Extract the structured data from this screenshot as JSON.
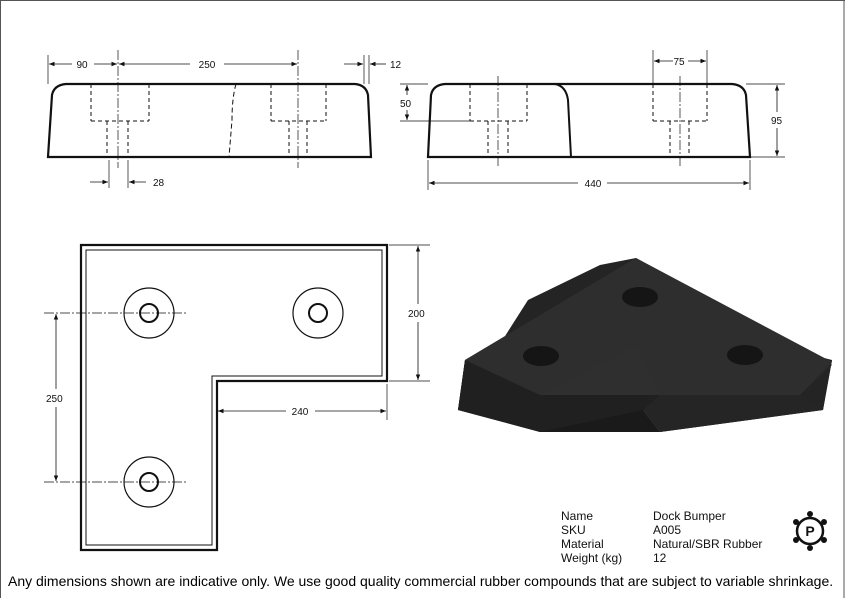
{
  "dimensions": {
    "side_view_a": {
      "left_offset": "90",
      "center_spacing": "250",
      "end_gap": "12",
      "slot_width": "28"
    },
    "side_view_b": {
      "hole_width": "75",
      "step_height": "50",
      "total_height": "95",
      "total_length": "440"
    },
    "plan_view": {
      "arm_depth": "200",
      "vertical_spacing": "250",
      "inner_length": "240"
    }
  },
  "specs": [
    {
      "label": "Name",
      "value": "Dock Bumper"
    },
    {
      "label": "SKU",
      "value": "A005"
    },
    {
      "label": "Material",
      "value": "Natural/SBR Rubber"
    },
    {
      "label": "Weight (kg)",
      "value": "12"
    }
  ],
  "disclaimer": "Any dimensions shown are indicative only. We use good quality commercial rubber compounds that are subject to variable shrinkage.",
  "logo": {
    "letter": "P"
  },
  "colors": {
    "line": "#111111",
    "rubber_dark": "#1c1c1c",
    "rubber_mid": "#2b2b2b",
    "rubber_light": "#3a3a3a"
  }
}
